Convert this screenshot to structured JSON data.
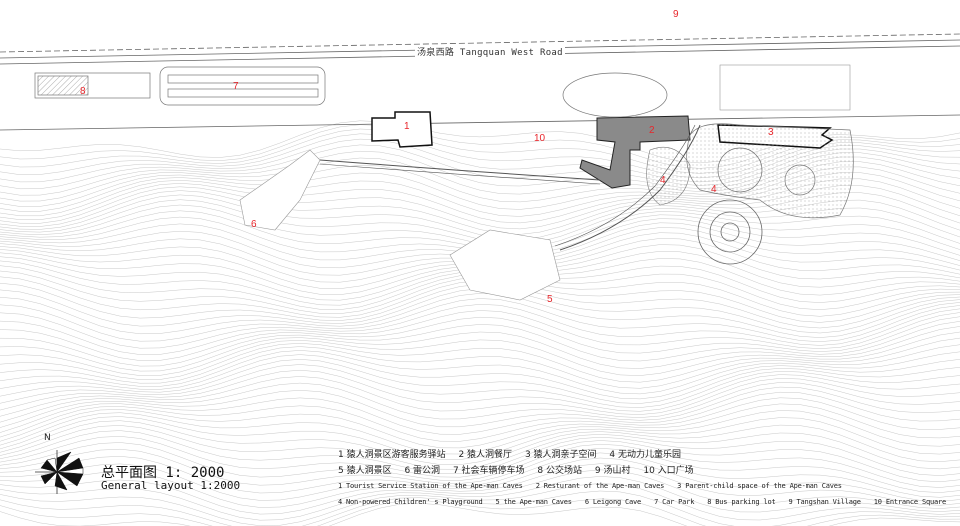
{
  "road_label": "汤泉西路 Tangquan West Road",
  "title": {
    "cn": "总平面图 1: 2000",
    "en": "General layout 1:2000",
    "north": "N"
  },
  "markers": [
    "9",
    "8",
    "7",
    "10",
    "2",
    "3",
    "4",
    "4",
    "6",
    "5",
    "1"
  ],
  "legend_cn": [
    "1 猿人洞景区游客服务驿站",
    "2 猿人洞餐厅",
    "3 猿人洞亲子空间",
    "4 无动力儿童乐园",
    "5 猿人洞景区",
    "6 雷公洞",
    "7 社会车辆停车场",
    "8 公交场站",
    "9 汤山村",
    "10 入口广场"
  ],
  "legend_en": [
    "1 Tourist Service Station of the Ape-man Caves",
    "2 Resturant of the Ape-man Caves",
    "3 Parent-child space of the Ape-man Caves",
    "4 Non-powered Children' s Playground",
    "5 the Ape-man Caves",
    "6 Leigong Cave",
    "7 Car Park",
    "8 Bus parking lot",
    "9 Tangshan Village",
    "10 Entrance Square"
  ],
  "colors": {
    "marker": "#e8262b",
    "line": "#555555",
    "building": "#8a8a8a"
  }
}
